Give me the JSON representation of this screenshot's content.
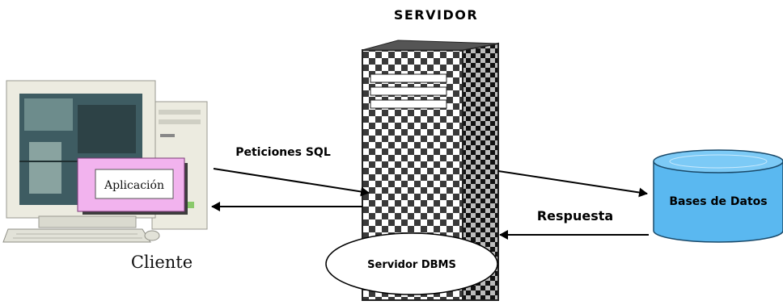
{
  "diagram": {
    "title": "SERVIDOR",
    "client_label": "Cliente",
    "app_label": "Aplicación",
    "request_label": "Peticiones SQL",
    "response_label": "Respuesta",
    "dbms_label": "Servidor DBMS",
    "database_label": "Bases de Datos"
  },
  "colors": {
    "app_window": "#f2b3ee",
    "database": "#5ab8f0",
    "arrow": "#000000",
    "computer_case": "#ecebe0"
  }
}
